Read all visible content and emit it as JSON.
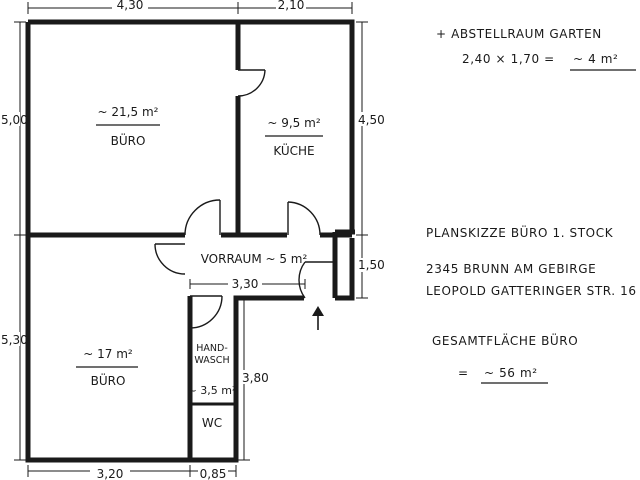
{
  "dimensions": {
    "top_left": "4,30",
    "top_right": "2,10",
    "left_upper": "5,00",
    "left_lower": "5,30",
    "right_upper": "4,50",
    "right_mid": "1,50",
    "vorraum_width": "3,30",
    "wc_height": "3,80",
    "bottom_left": "3,20",
    "bottom_right": "0,85"
  },
  "rooms": {
    "buero_top": {
      "area": "~ 21,5 m²",
      "name": "BÜRO"
    },
    "kueche": {
      "area": "~ 9,5 m²",
      "name": "KÜCHE"
    },
    "vorraum": {
      "label": "VORRAUM ~ 5 m²"
    },
    "buero_bottom": {
      "area": "~ 17 m²",
      "name": "BÜRO"
    },
    "handwasch": {
      "line1": "HAND-",
      "line2": "WASCH"
    },
    "wc": {
      "area": "~ 3,5 m²",
      "name": "WC"
    }
  },
  "notes": {
    "storage_title": "+ ABSTELLRAUM GARTEN",
    "storage_calc": "2,40 × 1,70 =",
    "storage_result": "~ 4 m²",
    "plan_title": "PLANSKIZZE BÜRO 1. STOCK",
    "address_line1": "2345 BRUNN AM GEBIRGE",
    "address_line2": "LEOPOLD GATTERINGER STR. 16",
    "total_label": "GESAMTFLÄCHE BÜRO",
    "total_prefix": "=",
    "total_value": "~ 56 m²"
  },
  "icons": {
    "entrance": "entrance-arrow-icon"
  }
}
